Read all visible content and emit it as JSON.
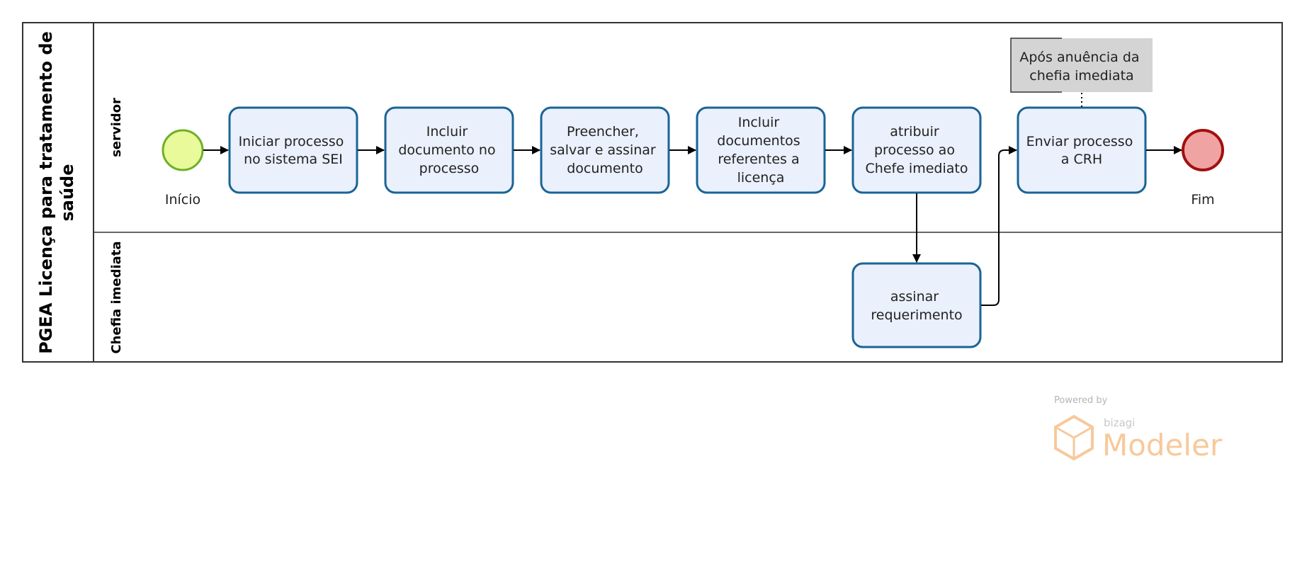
{
  "pool": {
    "title_line1": "PGEA Licença para tratamento de",
    "title_line2": "saúde"
  },
  "lanes": {
    "servidor": "servidor",
    "chefia": "Chefia imediata"
  },
  "events": {
    "start": "Início",
    "end": "Fim"
  },
  "tasks": {
    "t1": [
      "Iniciar processo",
      "no sistema SEI"
    ],
    "t2": [
      "Incluir",
      "documento no",
      "processo"
    ],
    "t3": [
      "Preencher,",
      "salvar e assinar",
      "documento"
    ],
    "t4": [
      "Incluir",
      "documentos",
      "referentes a",
      "licença"
    ],
    "t5": [
      "atribuir",
      "processo ao",
      "Chefe imediato"
    ],
    "t6": [
      "Enviar processo",
      "a CRH"
    ],
    "t7": [
      "assinar",
      "requerimento"
    ]
  },
  "annotation": [
    "Após anuência da",
    "chefia imediata"
  ],
  "watermark": {
    "powered_by": "Powered by",
    "brand": "bizagi",
    "product": "Modeler"
  },
  "colors": {
    "task_fill": "#eaf0fc",
    "task_stroke": "#1a6496",
    "start_fill": "#e9fa9b",
    "start_stroke": "#6fb027",
    "end_fill": "#f0a3a3",
    "end_stroke": "#a30f0f",
    "annotation_fill": "#d4d4d4",
    "watermark": "#f7c99b"
  }
}
